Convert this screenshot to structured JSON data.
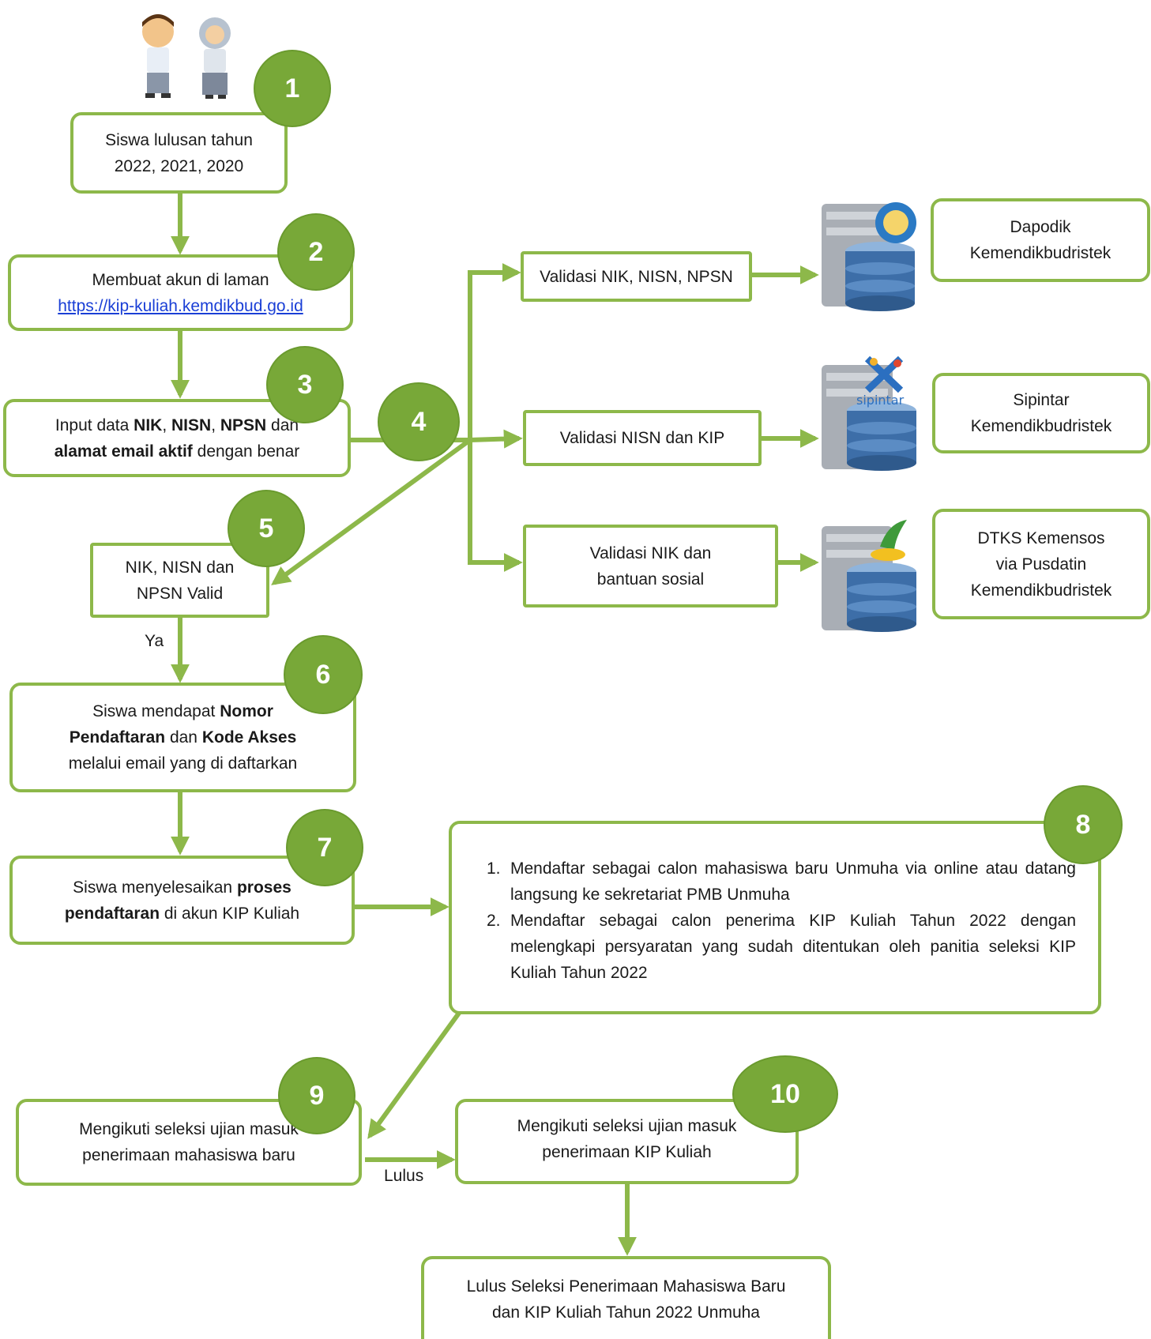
{
  "colors": {
    "accent": "#8db84a",
    "circle": "#78a838",
    "link": "#1a3fd6"
  },
  "icons": {
    "students": "student-pair-illustration",
    "server_dapodik": "database-server-tutwuri-logo",
    "server_sipintar": "database-server-sipintar-logo",
    "server_dtks": "database-server-kemensos-logo"
  },
  "steps": {
    "s1": {
      "num": "1",
      "line1": "Siswa lulusan tahun",
      "line2": "2022, 2021, 2020"
    },
    "s2": {
      "num": "2",
      "line1": "Membuat akun di laman",
      "link": "https://kip-kuliah.kemdikbud.go.id"
    },
    "s3": {
      "num": "3",
      "pre": "Input data ",
      "nik": "NIK",
      "sep1": ", ",
      "nisn": "NISN",
      "sep2": ", ",
      "npsn": "NPSN",
      "post1": " dan",
      "email": "alamat email aktif",
      "post2": " dengan benar"
    },
    "s4": {
      "num": "4"
    },
    "s5": {
      "num": "5",
      "line1": "NIK, NISN dan",
      "line2": "NPSN Valid"
    },
    "s6": {
      "num": "6",
      "pre": "Siswa mendapat ",
      "nomor": "Nomor",
      "pendaftaran": "Pendaftaran",
      "mid": " dan ",
      "kode": "Kode Akses",
      "line3": "melalui email yang di daftarkan"
    },
    "s7": {
      "num": "7",
      "pre": "Siswa menyelesaikan ",
      "proses": "proses",
      "pendaftaran": "pendaftaran",
      "post": " di akun KIP Kuliah"
    },
    "s8": {
      "num": "8",
      "items": [
        {
          "n": "1.",
          "text": "Mendaftar sebagai calon mahasiswa baru Unmuha via online atau datang langsung ke sekretariat PMB Unmuha"
        },
        {
          "n": "2.",
          "text": "Mendaftar sebagai calon penerima KIP Kuliah Tahun 2022 dengan melengkapi persyaratan yang sudah ditentukan oleh panitia seleksi KIP Kuliah Tahun 2022"
        }
      ]
    },
    "s9": {
      "num": "9",
      "line1": "Mengikuti seleksi ujian masuk",
      "line2": "penerimaan mahasiswa baru"
    },
    "s10": {
      "num": "10",
      "line1": "Mengikuti seleksi ujian masuk",
      "line2": "penerimaan KIP Kuliah"
    },
    "final": {
      "line1": "Lulus Seleksi Penerimaan Mahasiswa Baru",
      "line2": "dan KIP Kuliah Tahun 2022 Unmuha"
    }
  },
  "validations": {
    "v1": "Validasi NIK, NISN, NPSN",
    "v2": "Validasi NISN dan KIP",
    "v3_line1": "Validasi NIK dan",
    "v3_line2": "bantuan sosial"
  },
  "databases": {
    "d1_line1": "Dapodik",
    "d1_line2": "Kemendikbudristek",
    "d2_line1": "Sipintar",
    "d2_line2": "Kemendikbudristek",
    "d3_line1": "DTKS Kemensos",
    "d3_line2": "via Pusdatin",
    "d3_line3": "Kemendikbudristek"
  },
  "labels": {
    "ya": "Ya",
    "lulus": "Lulus",
    "sipintar_logo": "sipintar"
  }
}
